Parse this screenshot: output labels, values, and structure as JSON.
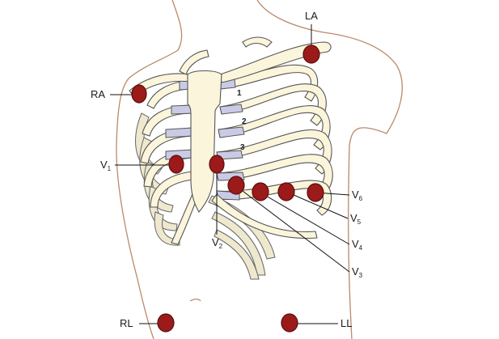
{
  "colors": {
    "electrode": "#9b1a1a",
    "electrode_outline": "#5e0d0d",
    "bone": "#fbf5dc",
    "cartilage": "#c9cbe6",
    "skin_outline": "#b98a6c"
  },
  "leads": [
    {
      "key": "la",
      "main": "LA",
      "sub": ""
    },
    {
      "key": "ra",
      "main": "RA",
      "sub": ""
    },
    {
      "key": "v1",
      "main": "V",
      "sub": "1"
    },
    {
      "key": "v2",
      "main": "V",
      "sub": "2"
    },
    {
      "key": "v3",
      "main": "V",
      "sub": "3"
    },
    {
      "key": "v4",
      "main": "V",
      "sub": "4"
    },
    {
      "key": "v5",
      "main": "V",
      "sub": "5"
    },
    {
      "key": "v6",
      "main": "V",
      "sub": "6"
    },
    {
      "key": "rl",
      "main": "RL",
      "sub": ""
    },
    {
      "key": "ll",
      "main": "LL",
      "sub": ""
    }
  ],
  "rib_numbers": [
    "1",
    "2",
    "3"
  ]
}
